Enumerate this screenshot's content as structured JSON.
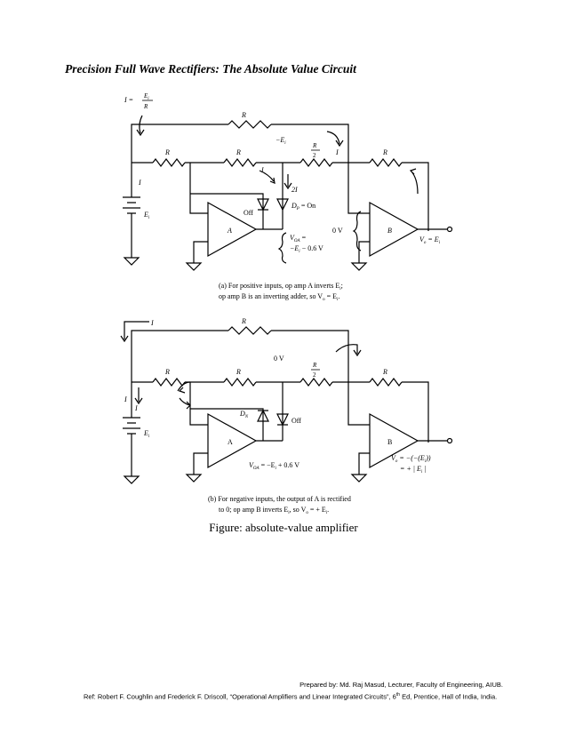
{
  "page": {
    "title": "Precision Full Wave Rectifiers: The Absolute Value Circuit",
    "figure_caption": "Figure: absolute-value amplifier",
    "footer_line1": "Prepared by: Md. Raj Masud, Lecturer, Faculty of Engineering, AIUB.",
    "footer_line2_pre": "Ref: Robert F. Coughlin and Frederick F. Driscoll, “Operational Amplifiers and Linear Integrated Circuits”, 6",
    "footer_line2_sup": "th",
    "footer_line2_post": " Ed, Prentice, Hall of India, India."
  },
  "circuit_a": {
    "label_current_top": "I =",
    "label_ei": "E",
    "label_r_frac": "R",
    "label_r": "R",
    "label_r_half_num": "R",
    "label_r_half_den": "2",
    "label_neg_ei": "−E",
    "label_i": "I",
    "label_2i": "2I",
    "label_off": "Off",
    "label_dp": "D",
    "label_dp_sub": "P",
    "label_dp_state": " = On",
    "label_opamp_a": "A",
    "label_opamp_b": "B",
    "label_voa": "V",
    "label_voa_sub": "OA",
    "label_voa_eq": " =",
    "label_voa_val": "−E",
    "label_voa_val2": " − 0.6 V",
    "label_0v": "0 V",
    "label_vo": "V",
    "label_vo_sub": "o",
    "label_vo_eq": " = E",
    "caption_line1": "(a) For positive inputs, op amp A inverts E",
    "caption_line2": "op amp B is an inverting adder, so V",
    "caption_line2_post": " = E"
  },
  "circuit_b": {
    "label_i": "I",
    "label_r": "R",
    "label_0v": "0 V",
    "label_r_half_num": "R",
    "label_r_half_den": "2",
    "label_dn": "D",
    "label_dn_sub": "N",
    "label_off": "Off",
    "label_opamp_a": "A",
    "label_opamp_b": "B",
    "label_ei": "E",
    "label_voa": "V",
    "label_voa_sub": "OA",
    "label_voa_val": " = −E",
    "label_voa_val2": " + 0.6 V",
    "label_vo_line1": "V",
    "label_vo_line1_post": " = −(−(E",
    "label_vo_line2": "= + | E",
    "caption_line1": "(b) For negative inputs, the output of A is rectified",
    "caption_line2": "to 0; op amp B inverts E",
    "caption_line2_post": ", so V",
    "caption_line2_post2": " = + E"
  }
}
